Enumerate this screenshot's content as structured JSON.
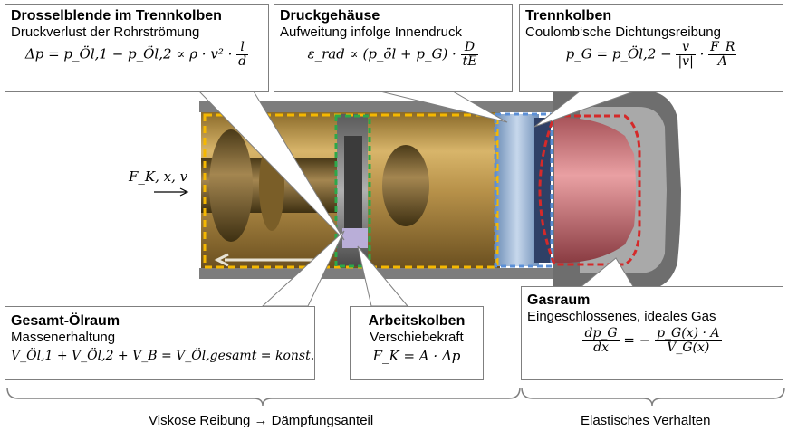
{
  "colors": {
    "oil_region": "#f5b800",
    "piston_region": "#2da84a",
    "housing_region": "#5b8fd6",
    "gas_region": "#d42a2a",
    "callout_border": "#7f7f7f"
  },
  "boxes": {
    "drossel": {
      "title": "Drosselblende im Trennkolben",
      "subtitle": "Druckverlust der Rohrströmung",
      "equation_lhs": "Δp = p_Öl,1 − p_Öl,2 ∝ ρ · v² ·",
      "frac_num": "l",
      "frac_den": "d"
    },
    "druckgehaeuse": {
      "title": "Druckgehäuse",
      "subtitle": "Aufweitung infolge Innendruck",
      "equation_lhs": "ε_rad ∝ (p_öl + p_G) ·",
      "frac_num": "D",
      "frac_den": "tE"
    },
    "trennkolben": {
      "title": "Trennkolben",
      "subtitle": "Coulomb‘sche Dichtungsreibung",
      "equation_lhs": "p_G = p_Öl,2 −",
      "frac1_num": "v",
      "frac1_den": "|v|",
      "frac2_num": "F_R",
      "frac2_den": "A"
    },
    "oelraum": {
      "title": "Gesamt-Ölraum",
      "subtitle": "Massenerhaltung",
      "equation": "V_Öl,1 + V_Öl,2 + V_B = V_Öl,gesamt = konst."
    },
    "arbeitskolben": {
      "title": "Arbeitskolben",
      "subtitle": "Verschiebekraft",
      "equation": "F_K = A · Δp"
    },
    "gasraum": {
      "title": "Gasraum",
      "subtitle": "Eingeschlossenes, ideales Gas",
      "frac_left_num": "dp_G",
      "frac_left_den": "dx",
      "equals_minus": "= −",
      "frac_right_num": "p_G(x) · A",
      "frac_right_den": "V_G(x)"
    }
  },
  "force_label": "F_K, x, v",
  "bottom": {
    "left": "Viskose Reibung → Dämpfungsanteil",
    "right": "Elastisches Verhalten"
  }
}
